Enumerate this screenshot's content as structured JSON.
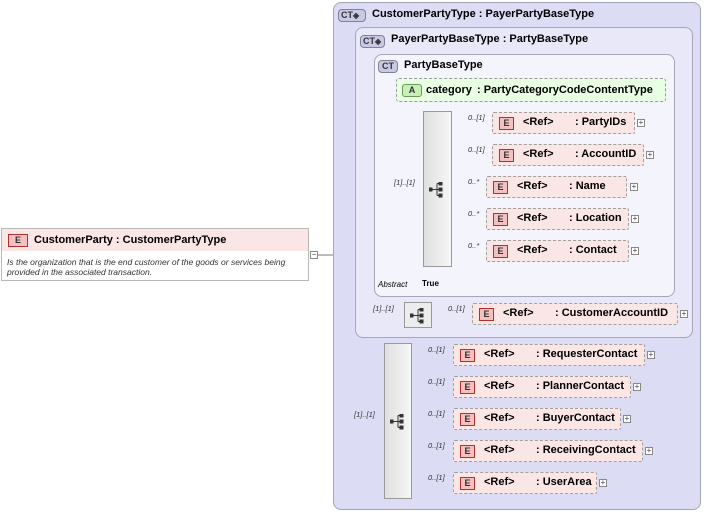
{
  "root_element": {
    "badge": "E",
    "title": "CustomerParty : CustomerPartyType",
    "documentation": "Is the organization that is the end customer of the goods or services being provided in the associated transaction."
  },
  "types": {
    "outer": {
      "badge": "CT",
      "title": "CustomerPartyType : PayerPartyBaseType"
    },
    "middle": {
      "badge": "CT",
      "title": "PayerPartyBaseType : PartyBaseType"
    },
    "inner": {
      "badge": "CT",
      "title": "PartyBaseType"
    }
  },
  "attribute": {
    "badge": "A",
    "label": "category",
    "type": ": PartyCategoryCodeContentType"
  },
  "party_base_sequence": {
    "cardinality": "[1]..[1]",
    "children": [
      {
        "badge": "E",
        "ref": "<Ref>",
        "name": ": PartyIDs",
        "cardinality": "0..[1]"
      },
      {
        "badge": "E",
        "ref": "<Ref>",
        "name": ": AccountID",
        "cardinality": "0..[1]"
      },
      {
        "badge": "E",
        "ref": "<Ref>",
        "name": ": Name",
        "cardinality": "0..*"
      },
      {
        "badge": "E",
        "ref": "<Ref>",
        "name": ": Location",
        "cardinality": "0..*"
      },
      {
        "badge": "E",
        "ref": "<Ref>",
        "name": ": Contact",
        "cardinality": "0..*"
      }
    ],
    "abstract_label": "Abstract",
    "abstract_value": "True"
  },
  "payer_sequence": {
    "cardinality": "[1]..[1]",
    "children": [
      {
        "badge": "E",
        "ref": "<Ref>",
        "name": ": CustomerAccountID",
        "cardinality": "0..[1]"
      }
    ]
  },
  "customer_sequence": {
    "cardinality": "[1]..[1]",
    "children": [
      {
        "badge": "E",
        "ref": "<Ref>",
        "name": ": RequesterContact",
        "cardinality": "0..[1]"
      },
      {
        "badge": "E",
        "ref": "<Ref>",
        "name": ": PlannerContact",
        "cardinality": "0..[1]"
      },
      {
        "badge": "E",
        "ref": "<Ref>",
        "name": ": BuyerContact",
        "cardinality": "0..[1]"
      },
      {
        "badge": "E",
        "ref": "<Ref>",
        "name": ": ReceivingContact",
        "cardinality": "0..[1]"
      },
      {
        "badge": "E",
        "ref": "<Ref>",
        "name": ": UserArea",
        "cardinality": "0..[1]"
      }
    ]
  },
  "icons": {
    "sequence": "sequence-icon",
    "expand": "plus-expand-icon",
    "collapse": "minus-collapse-icon"
  },
  "colors": {
    "element_fill": "#fbe6e6",
    "attribute_fill": "#e9ffe4",
    "complex_type_fill": "#dcdcf4"
  }
}
